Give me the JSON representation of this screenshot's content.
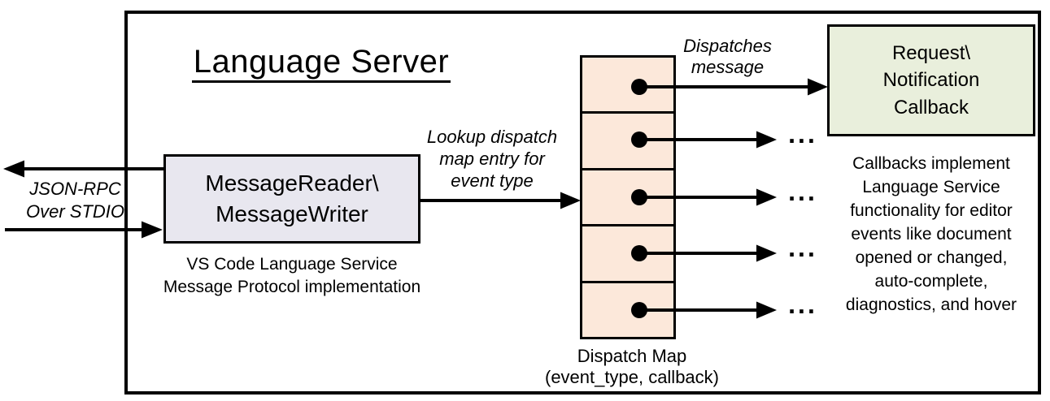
{
  "diagram": {
    "title": "Language Server"
  },
  "stdio_label": {
    "lines": [
      "JSON-RPC",
      "Over STDIO"
    ]
  },
  "message_reader_box": {
    "lines": [
      "MessageReader\\",
      "MessageWriter"
    ],
    "fill": "#e8e7ef",
    "caption_lines": [
      "VS Code Language Service",
      "Message Protocol implementation"
    ]
  },
  "lookup_label": {
    "lines": [
      "Lookup dispatch",
      "map entry for",
      "event type"
    ]
  },
  "dispatch_map": {
    "fill": "#fce8da",
    "cell_count": 5,
    "caption_lines": [
      "Dispatch Map",
      "(event_type, callback)"
    ]
  },
  "dispatches_label": {
    "lines": [
      "Dispatches",
      "message"
    ]
  },
  "callback_box": {
    "lines": [
      "Request\\",
      "Notification",
      "Callback"
    ],
    "fill": "#e9efdc"
  },
  "callback_note": {
    "lines": [
      "Callbacks implement",
      "Language Service",
      "functionality for editor",
      "events like document",
      "opened or changed,",
      "auto-complete,",
      "diagnostics, and hover"
    ]
  },
  "ellipsis": "..."
}
